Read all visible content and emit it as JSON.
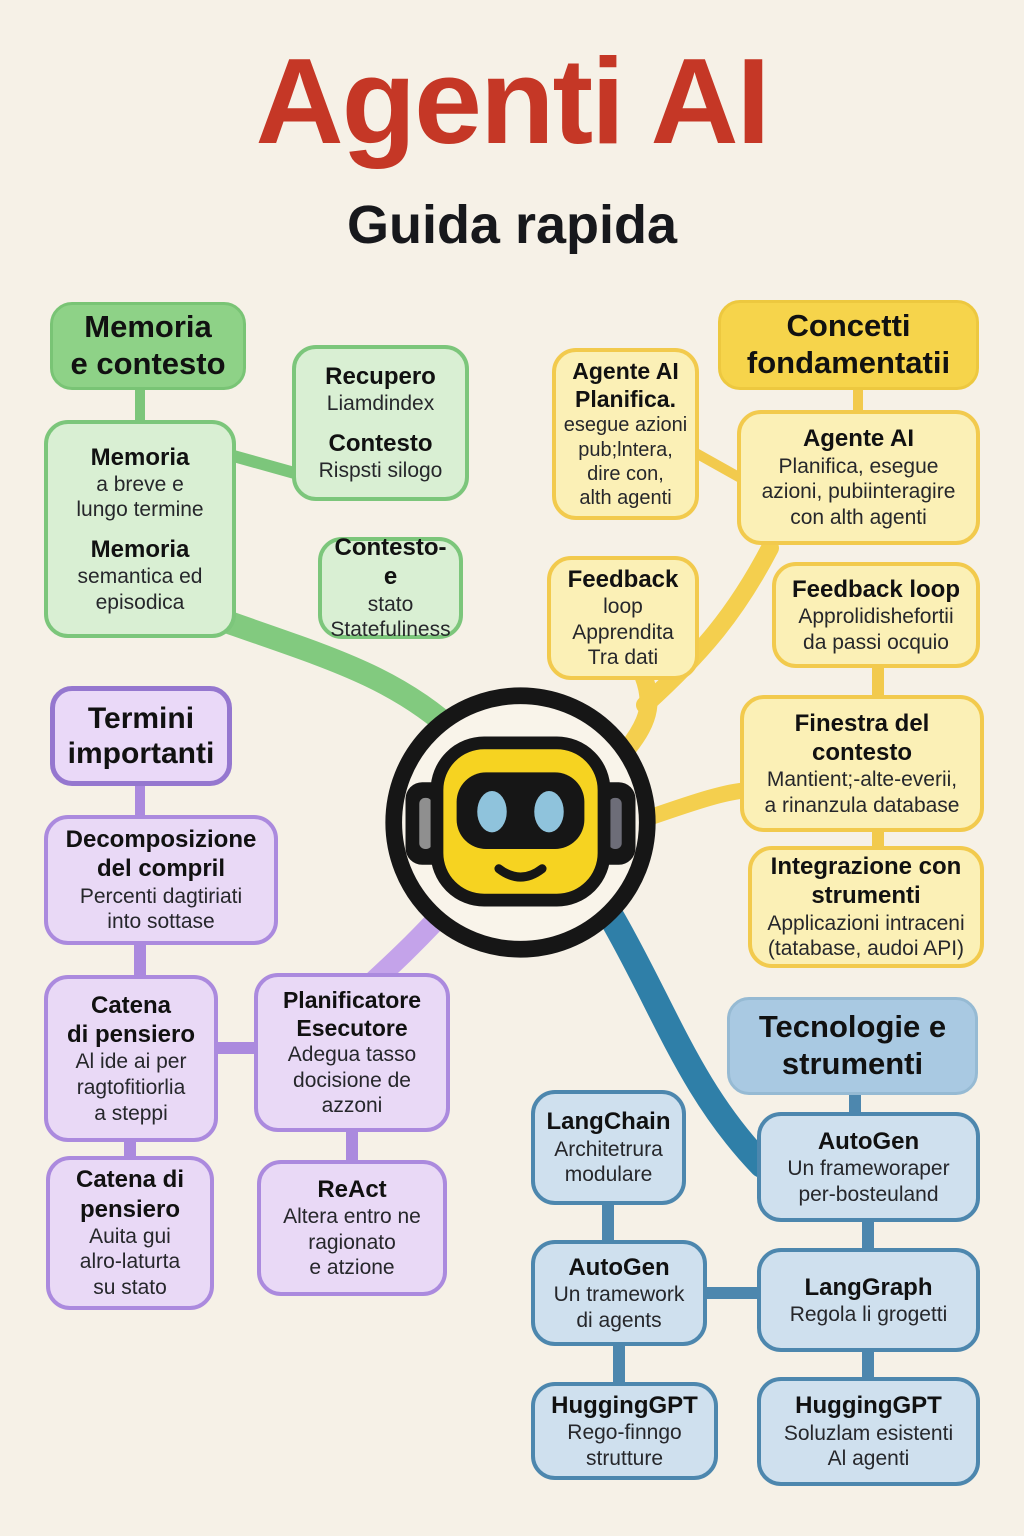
{
  "title": "Agenti AI",
  "subtitle": "Guida rapida",
  "center_icon": "robot-icon",
  "palette": {
    "background": "#f6f1e7",
    "title_red": "#c53726",
    "green_header": "#8ed287",
    "green_fill": "#d9efd3",
    "green_accent": "#7cc67b",
    "yellow_header": "#f6d44b",
    "yellow_fill": "#fbf0b6",
    "yellow_accent": "#f2ca4d",
    "purple_fill": "#e9d9f6",
    "purple_accent": "#ab8ade",
    "blue_header": "#a9c9e2",
    "blue_fill": "#cfe0ee",
    "blue_accent": "#4d87ae",
    "blue_branch": "#2f7fa8",
    "robot_yellow": "#f6d321",
    "robot_eyes": "#8fc3dc"
  },
  "green": {
    "header_line1": "Memoria",
    "header_line2": "e contesto",
    "box_memory": {
      "bh1": "Memoria",
      "l1": "a breve e",
      "l2": "lungo termine",
      "bh2": "Memoria",
      "l3": "semantica ed",
      "l4": "episodica"
    },
    "box_recupero": {
      "bh1": "Recupero",
      "l1": "Liamdindex",
      "bh2": "Contesto",
      "l2": "Rispsti silogo"
    },
    "box_contesto": {
      "bh1": "Contesto-e",
      "l1": "stato",
      "l2": "Statefuliness"
    }
  },
  "yellow": {
    "header_line1": "Concetti",
    "header_line2": "fondamentatii",
    "box_agente1": {
      "bh1": "Agente AI",
      "bh2": "Planifica.",
      "l1": "esegue azioni",
      "l2": "pub;lntera,",
      "l3": "dire con,",
      "l4": "alth agenti"
    },
    "box_agente2": {
      "bh1": "Agente AI",
      "l1": "Planifica, esegue",
      "l2": "azioni, pubiinteragire",
      "l3": "con alth agenti"
    },
    "box_feedback1": {
      "bh1": "Feedback",
      "l1": "loop",
      "l2": "Apprendita",
      "l3": "Tra dati"
    },
    "box_feedback2": {
      "bh1": "Feedback loop",
      "l1": "Approlidishefortii",
      "l2": "da passi ocquio"
    },
    "box_finestra": {
      "bh1": "Finestra del",
      "bh2": "contesto",
      "l1": "Mantient;-alte-everii,",
      "l2": "a rinanzula database"
    },
    "box_integrazione": {
      "bh1": "Integrazione con",
      "bh2": "strumenti",
      "l1": "Applicazioni intraceni",
      "l2": "(tatabase, audoi API)"
    }
  },
  "purple": {
    "header_line1": "Termini",
    "header_line2": "importanti",
    "box_decomposizione": {
      "bh1": "Decomposizione",
      "bh2": "del compril",
      "l1": "Percenti dagtiriati",
      "l2": "into sottase"
    },
    "box_catena1": {
      "bh1": "Catena",
      "bh2": "di pensiero",
      "l1": "Al ide ai per",
      "l2": "ragtofitiorlia",
      "l3": "a steppi"
    },
    "box_planificatore": {
      "bh1": "Planificatore",
      "bh2": "Esecutore",
      "l1": "Adegua tasso",
      "l2": "docisione de",
      "l3": "azzoni"
    },
    "box_catena2": {
      "bh1": "Catena di",
      "bh2": "pensiero",
      "l1": "Auita gui",
      "l2": "alro-laturta",
      "l3": "su stato"
    },
    "box_react": {
      "bh1": "ReAct",
      "l1": "Altera entro ne",
      "l2": "ragionato",
      "l3": "e atzione"
    }
  },
  "blue": {
    "header_line1": "Tecnologie e",
    "header_line2": "strumenti",
    "box_langchain": {
      "bh1": "LangChain",
      "l1": "Architetrura",
      "l2": "modulare"
    },
    "box_autogen1": {
      "bh1": "AutoGen",
      "l1": "Un frameworaper",
      "l2": "per-bosteuland"
    },
    "box_autogen2": {
      "bh1": "AutoGen",
      "l1": "Un tramework",
      "l2": "di agents"
    },
    "box_langgraph": {
      "bh1": "LangGraph",
      "l1": "Regola li grogetti"
    },
    "box_hugging1": {
      "bh1": "HuggingGPT",
      "l1": "Rego-finngo",
      "l2": "strutture"
    },
    "box_hugging2": {
      "bh1": "HuggingGPT",
      "l1": "Soluzlam esistenti",
      "l2": "Al agenti"
    }
  }
}
